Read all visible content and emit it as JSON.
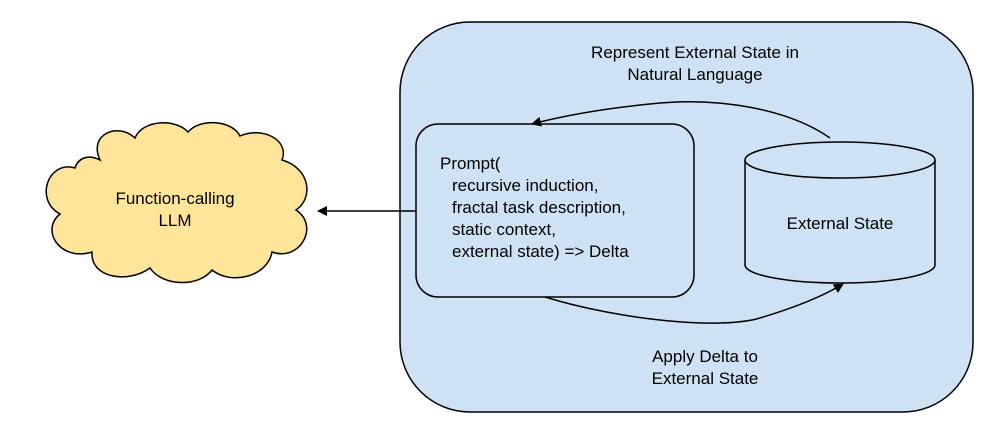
{
  "colors": {
    "container_fill": "#cfe2f3",
    "cloud_fill": "#ffe599",
    "stroke": "#000000",
    "text": "#000000"
  },
  "container": {
    "title_line1": "Represent External State in",
    "title_line2": "Natural Language"
  },
  "cloud": {
    "line1": "Function-calling",
    "line2": "LLM"
  },
  "prompt_box": {
    "lines": [
      "Prompt(",
      "recursive induction,",
      "fractal task description,",
      "static context,",
      "external state) => Delta"
    ]
  },
  "cylinder": {
    "label": "External State"
  },
  "bottom_label": {
    "line1": "Apply Delta to",
    "line2": "External State"
  }
}
